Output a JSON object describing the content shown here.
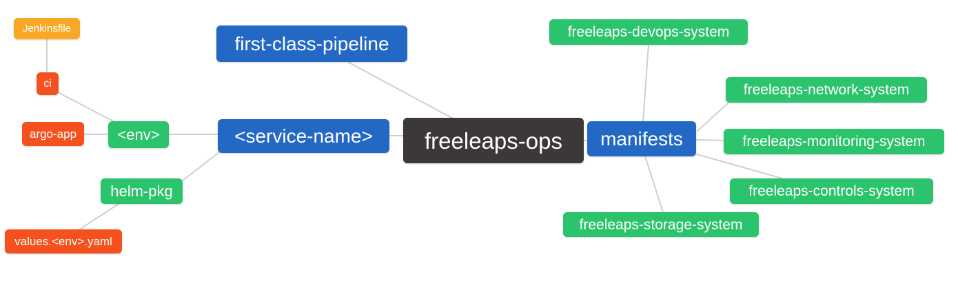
{
  "colors": {
    "root_bg": "#3c3838",
    "branch_blue": "#2268c4",
    "leaf_green": "#2bc36b",
    "leaf_red_orange": "#f4511e",
    "leaf_orange": "#f9a825",
    "edge_gray": "#cfcfcf",
    "text": "#ffffff",
    "background": "#ffffff"
  },
  "nodes": {
    "root": {
      "label": "freeleaps-ops"
    },
    "first_class_pipeline": {
      "label": "first-class-pipeline"
    },
    "service_name": {
      "label": "<service-name>"
    },
    "env": {
      "label": "<env>"
    },
    "ci": {
      "label": "ci"
    },
    "jenkinsfile": {
      "label": "Jenkinsfile"
    },
    "argo_app": {
      "label": "argo-app"
    },
    "helm_pkg": {
      "label": "helm-pkg"
    },
    "values_env_yaml": {
      "label": "values.<env>.yaml"
    },
    "manifests": {
      "label": "manifests"
    },
    "devops_system": {
      "label": "freeleaps-devops-system"
    },
    "network_system": {
      "label": "freeleaps-network-system"
    },
    "monitoring_system": {
      "label": "freeleaps-monitoring-system"
    },
    "controls_system": {
      "label": "freeleaps-controls-system"
    },
    "storage_system": {
      "label": "freeleaps-storage-system"
    }
  },
  "edges": [
    {
      "from": "freeleaps-ops",
      "to": "first-class-pipeline"
    },
    {
      "from": "freeleaps-ops",
      "to": "<service-name>"
    },
    {
      "from": "freeleaps-ops",
      "to": "manifests"
    },
    {
      "from": "<service-name>",
      "to": "<env>"
    },
    {
      "from": "<service-name>",
      "to": "helm-pkg"
    },
    {
      "from": "<env>",
      "to": "ci"
    },
    {
      "from": "<env>",
      "to": "argo-app"
    },
    {
      "from": "ci",
      "to": "Jenkinsfile"
    },
    {
      "from": "helm-pkg",
      "to": "values.<env>.yaml"
    },
    {
      "from": "manifests",
      "to": "freeleaps-devops-system"
    },
    {
      "from": "manifests",
      "to": "freeleaps-network-system"
    },
    {
      "from": "manifests",
      "to": "freeleaps-monitoring-system"
    },
    {
      "from": "manifests",
      "to": "freeleaps-controls-system"
    },
    {
      "from": "manifests",
      "to": "freeleaps-storage-system"
    }
  ]
}
